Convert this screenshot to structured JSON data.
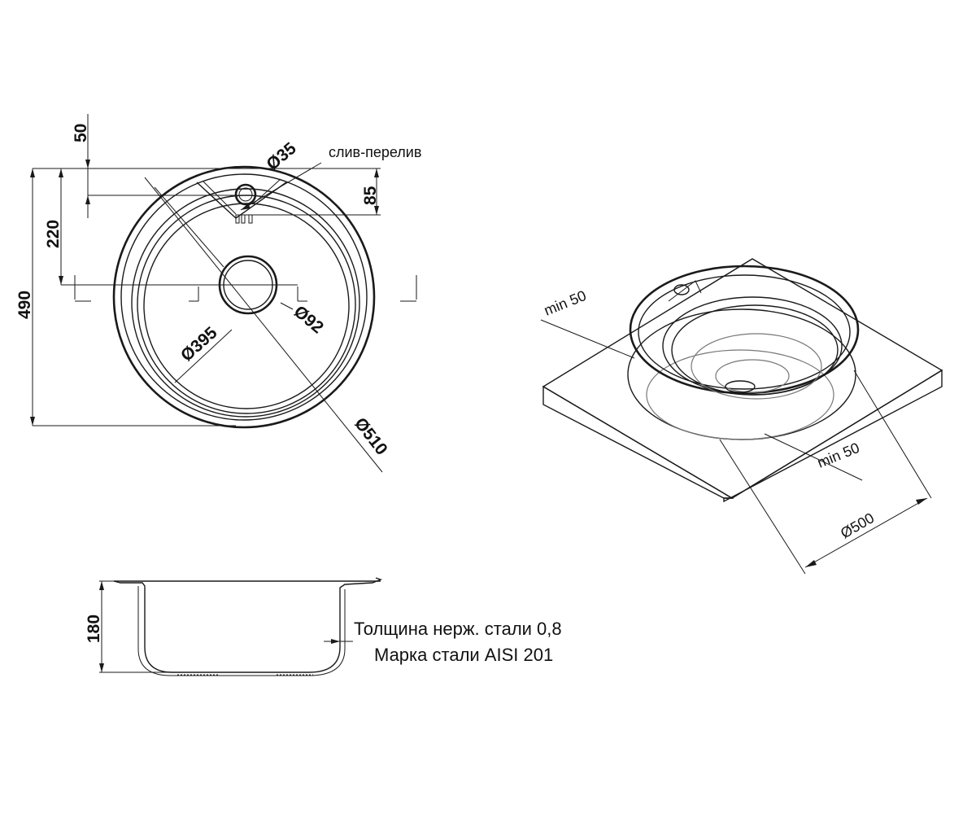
{
  "dimensions": {
    "d50_top": "50",
    "d35": "Ø35",
    "overflow_label": "слив-перелив",
    "d85": "85",
    "d220": "220",
    "d490": "490",
    "d92": "Ø92",
    "d395": "Ø395",
    "d510": "Ø510",
    "d180": "180",
    "min50_top": "min 50",
    "min50_bottom": "min 50",
    "d500": "Ø500"
  },
  "notes": {
    "thickness": "Толщина нерж. стали 0,8",
    "steel_grade": "Марка стали AISI 201"
  }
}
